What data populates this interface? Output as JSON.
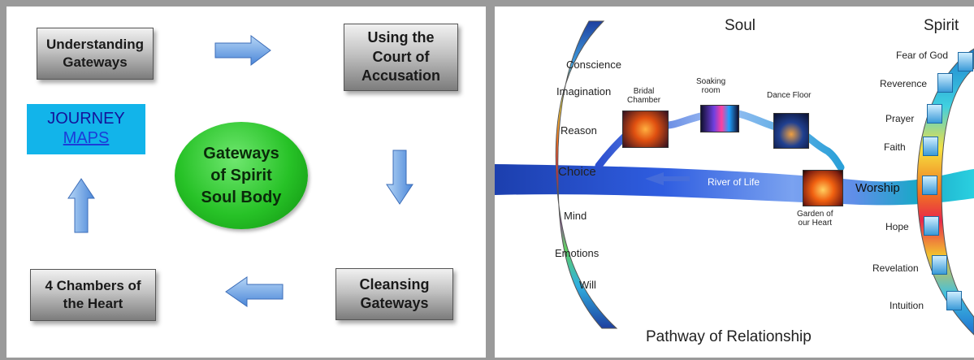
{
  "left": {
    "understanding": "Understanding\nGateways",
    "court": "Using the\nCourt of\nAccusation",
    "cleansing": "Cleansing\nGateways",
    "chambers": "4 Chambers of\nthe Heart",
    "journey_title": "JOURNEY",
    "journey_link": "MAPS",
    "center": "Gateways\nof Spirit\nSoul Body"
  },
  "right": {
    "soul": "Soul",
    "spirit": "Spirit",
    "faculties": [
      "Conscience",
      "Imagination",
      "Reason",
      "Choice",
      "Mind",
      "Emotions",
      "Will"
    ],
    "spirit_items": [
      "Fear of God",
      "Reverence",
      "Prayer",
      "Faith",
      "Worship",
      "Hope",
      "Revelation",
      "Intuition"
    ],
    "bridal": "Bridal\nChamber",
    "soaking": "Soaking\nroom",
    "dance": "Dance Floor",
    "river": "River of Life",
    "garden": "Garden of\nour Heart",
    "pathway": "Pathway of Relationship"
  },
  "colors": {
    "river_blue": "#1e4fd6",
    "river_teal": "#19b3cc",
    "box_grey": "#8a8a8a",
    "circle_green": "#27c227"
  }
}
